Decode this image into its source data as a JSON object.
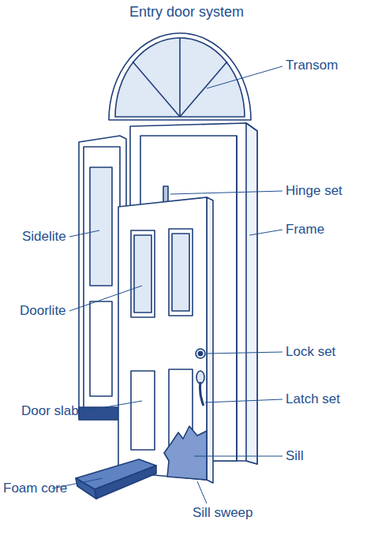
{
  "diagram": {
    "title": "Entry door system",
    "labels": [
      "Transom",
      "Hinge set",
      "Frame",
      "Sidelite",
      "Doorlite",
      "Lock set",
      "Latch set",
      "Door slab",
      "Foam core",
      "Sill",
      "Sill sweep"
    ]
  }
}
